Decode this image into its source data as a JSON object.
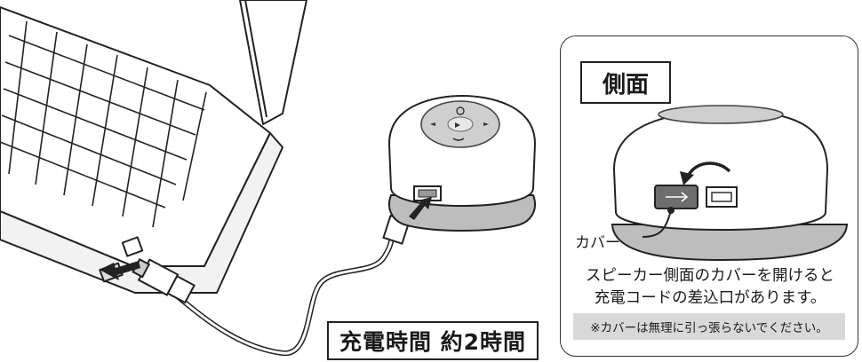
{
  "charging_time_label": "充電時間 約2時間",
  "side_view": {
    "title": "側面",
    "cover_label": "カバー",
    "description_lines": [
      "スピーカー側面のカバーを開けると",
      "充電コードの差込口があります。"
    ],
    "note": "※カバーは無理に引っ張らないでください。"
  },
  "icons": [
    "laptop-icon",
    "usb-cable-icon",
    "speaker-icon",
    "power-icon",
    "play-pause-icon",
    "prev-icon",
    "next-icon",
    "phone-icon",
    "usb-port-icon",
    "arrow-icon",
    "rotate-arrow-icon"
  ]
}
